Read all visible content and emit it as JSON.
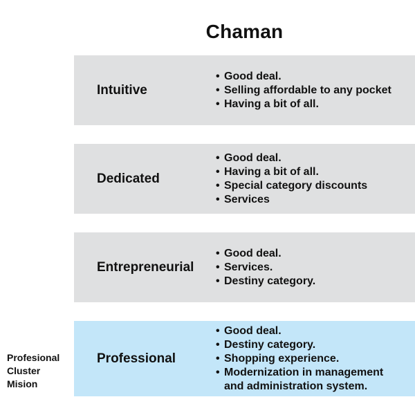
{
  "title": "Chaman",
  "side_label": [
    "Profesional",
    "Cluster",
    "Mision"
  ],
  "bands": [
    {
      "name": "Intuitive",
      "highlight": false,
      "items": [
        "Good deal.",
        "Selling affordable to any pocket",
        "Having a bit of all."
      ]
    },
    {
      "name": "Dedicated",
      "highlight": false,
      "items": [
        "Good deal.",
        "Having a bit of all.",
        "Special category discounts",
        "Services"
      ]
    },
    {
      "name": "Entrepreneurial",
      "highlight": false,
      "items": [
        "Good deal.",
        "Services.",
        "Destiny category."
      ]
    },
    {
      "name": "Professional",
      "highlight": true,
      "items": [
        "Good deal.",
        "Destiny category.",
        "Shopping experience.",
        "Modernization in management",
        "and administration system."
      ]
    }
  ],
  "colors": {
    "band_gray": "#dfe0e1",
    "band_highlight": "#c3e6f9"
  }
}
